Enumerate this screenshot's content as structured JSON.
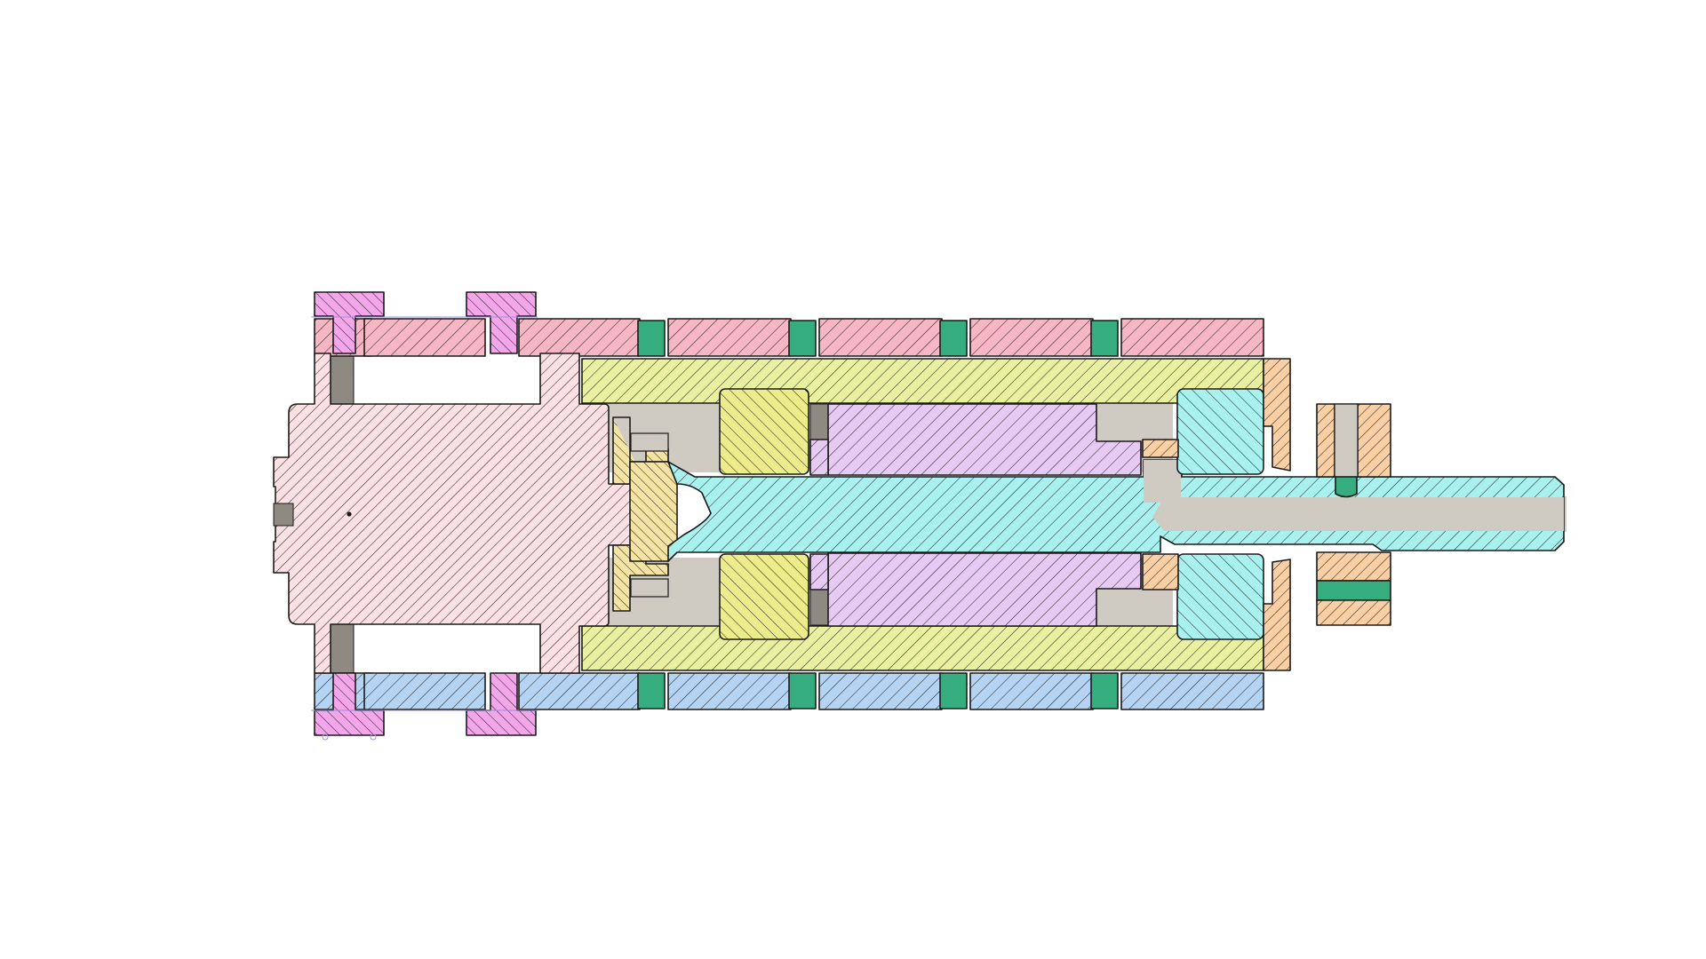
{
  "drawing": {
    "view": "cross-section",
    "annotations": []
  },
  "colors": {
    "background": "#ffffff",
    "outline": "#1a1a1a",
    "hatch": "#1a1a1a",
    "clearance_gray": "#cfcbc2",
    "clearance_dark": "#8e8a82",
    "hub_pink": "#fde0e3",
    "top_housing_pink": "#f6b6c4",
    "bottom_housing_blue": "#b5d3f2",
    "clamp_magenta": "#f4a6ea",
    "seal_green": "#35ad7e",
    "sleeve_lime": "#e9f1a0",
    "bushing_yellow": "#ecec8a",
    "shaft_cyan": "#a9f1ef",
    "magnet_violet": "#e6caf4",
    "washer_peach": "#f9cfa3",
    "insert_cream": "#f5e3a3"
  },
  "parts": [
    {
      "id": "hub",
      "color_key": "hub_pink"
    },
    {
      "id": "top-housing",
      "color_key": "top_housing_pink"
    },
    {
      "id": "bottom-housing",
      "color_key": "bottom_housing_blue"
    },
    {
      "id": "clamp-ring",
      "color_key": "clamp_magenta"
    },
    {
      "id": "seal-ring",
      "color_key": "seal_green"
    },
    {
      "id": "outer-sleeve",
      "color_key": "sleeve_lime"
    },
    {
      "id": "bushing",
      "color_key": "bushing_yellow"
    },
    {
      "id": "shaft",
      "color_key": "shaft_cyan"
    },
    {
      "id": "magnet-core",
      "color_key": "magnet_violet"
    },
    {
      "id": "end-washer",
      "color_key": "washer_peach"
    },
    {
      "id": "coupling-insert",
      "color_key": "insert_cream"
    }
  ]
}
